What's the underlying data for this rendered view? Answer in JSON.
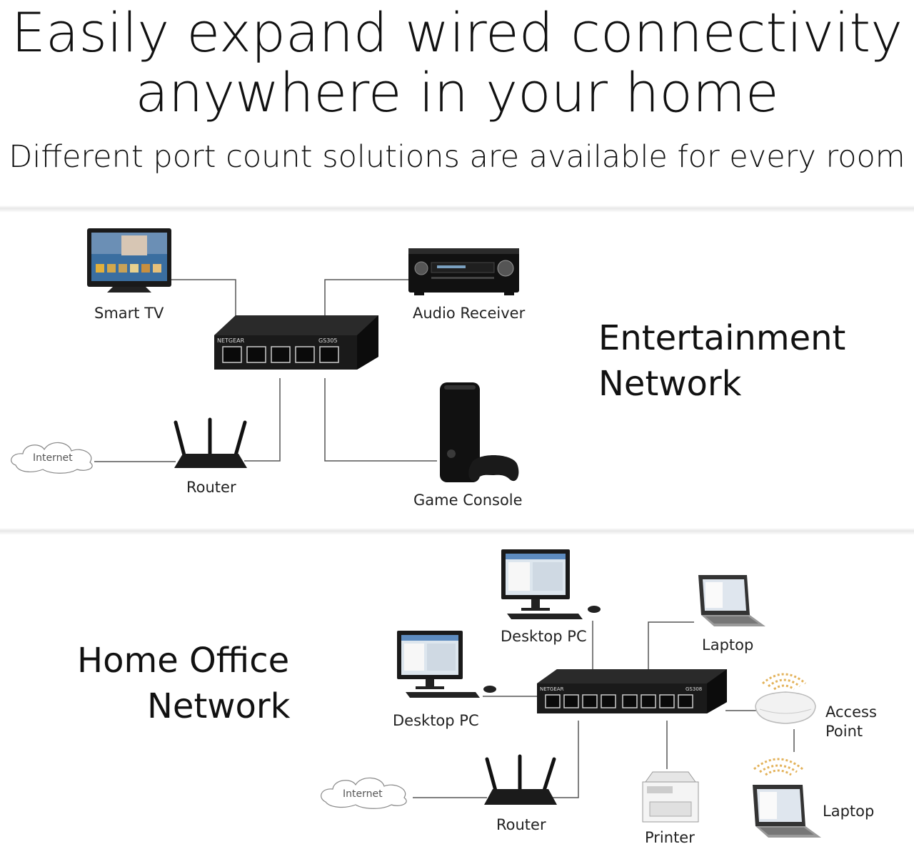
{
  "header": {
    "title_line1": "Easily expand wired connectivity",
    "title_line2": "anywhere in your home",
    "subtitle": "Different port count solutions are available for every room"
  },
  "entertainment": {
    "title_line1": "Entertainment",
    "title_line2": "Network",
    "labels": {
      "smart_tv": "Smart TV",
      "audio_receiver": "Audio Receiver",
      "router": "Router",
      "game_console": "Game Console",
      "internet": "Internet"
    },
    "switch_brand": "NETGEAR",
    "switch_model": "GS305"
  },
  "home_office": {
    "title_line1": "Home Office",
    "title_line2": "Network",
    "labels": {
      "desktop_pc_top": "Desktop PC",
      "desktop_pc_left": "Desktop PC",
      "laptop_top": "Laptop",
      "access_point_line1": "Access",
      "access_point_line2": "Point",
      "laptop_bottom": "Laptop",
      "router": "Router",
      "printer": "Printer",
      "internet": "Internet"
    },
    "switch_brand": "NETGEAR",
    "switch_model": "GS308"
  },
  "colors": {
    "line": "#555555",
    "device": "#1c1c1c",
    "wifi": "#e3b25a"
  }
}
